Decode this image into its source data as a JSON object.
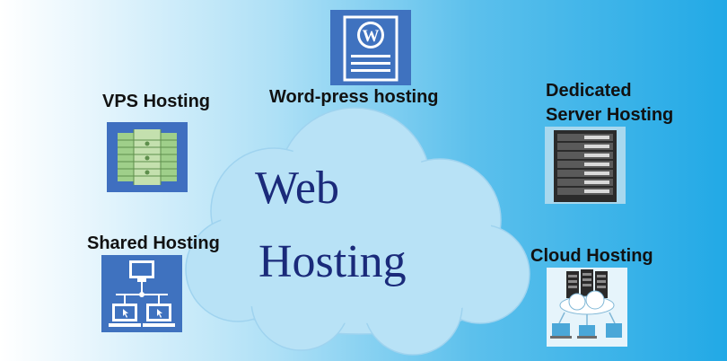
{
  "cloud": {
    "title_line1": "Web",
    "title_line2": "Hosting"
  },
  "services": {
    "vps": {
      "label": "VPS Hosting",
      "icon": "server-rack-icon"
    },
    "wordpress": {
      "label": "Word-press hosting",
      "icon": "wordpress-icon"
    },
    "dedicated": {
      "label_line1": "Dedicated",
      "label_line2": "Server Hosting",
      "icon": "dedicated-server-icon"
    },
    "shared": {
      "label": "Shared Hosting",
      "icon": "shared-network-icon"
    },
    "cloud": {
      "label": "Cloud Hosting",
      "icon": "cloud-servers-icon"
    }
  },
  "colors": {
    "title": "#1a2a7a",
    "cloud_fill": "#b8e2f6",
    "tile_blue": "#3f6fc0"
  }
}
